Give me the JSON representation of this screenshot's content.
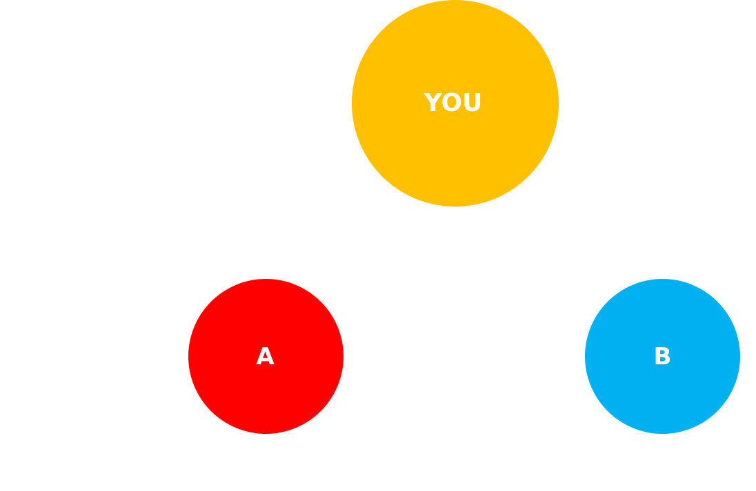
{
  "nodes": {
    "you": {
      "label": "YOU",
      "color": "#FFC000"
    },
    "a": {
      "label": "A",
      "color": "#FF0000"
    },
    "b": {
      "label": "B",
      "color": "#00B0F0"
    }
  }
}
